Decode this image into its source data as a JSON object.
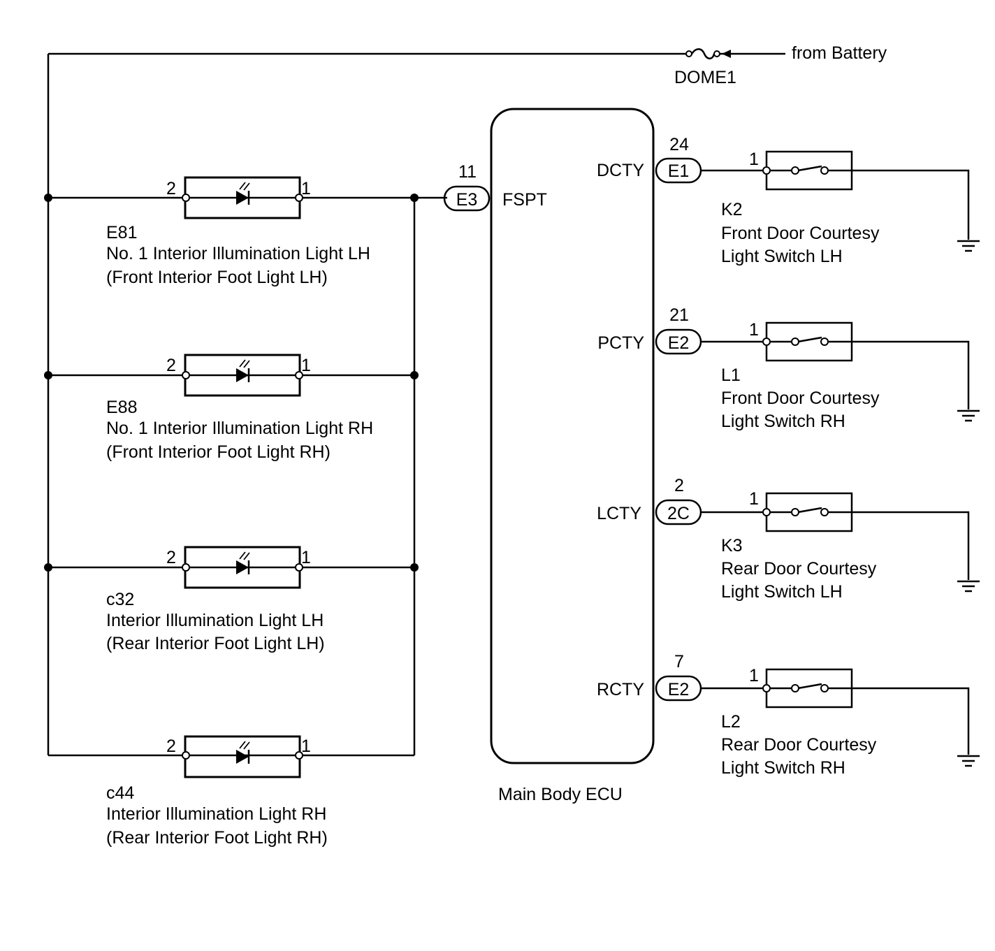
{
  "power": {
    "source_label": "from Battery",
    "fuse_label": "DOME1"
  },
  "lights": [
    {
      "code": "E81",
      "name": "No. 1 Interior Illumination Light LH",
      "alias": "(Front Interior Foot Light LH)",
      "pin_left": "2",
      "pin_right": "1"
    },
    {
      "code": "E88",
      "name": "No. 1 Interior Illumination Light RH",
      "alias": "(Front Interior Foot Light RH)",
      "pin_left": "2",
      "pin_right": "1"
    },
    {
      "code": "c32",
      "name": "Interior Illumination Light LH",
      "alias": "(Rear Interior Foot Light LH)",
      "pin_left": "2",
      "pin_right": "1"
    },
    {
      "code": "c44",
      "name": "Interior Illumination Light RH",
      "alias": "(Rear Interior Foot Light RH)",
      "pin_left": "2",
      "pin_right": "1"
    }
  ],
  "ecu": {
    "name": "Main Body ECU",
    "input": {
      "terminal": "FSPT",
      "connector": "E3",
      "pin": "11"
    },
    "outputs": [
      {
        "terminal": "DCTY",
        "connector": "E1",
        "pin": "24"
      },
      {
        "terminal": "PCTY",
        "connector": "E2",
        "pin": "21"
      },
      {
        "terminal": "LCTY",
        "connector": "2C",
        "pin": "2"
      },
      {
        "terminal": "RCTY",
        "connector": "E2",
        "pin": "7"
      }
    ]
  },
  "switches": [
    {
      "code": "K2",
      "line1": "Front Door Courtesy",
      "line2": "Light Switch LH",
      "pin": "1"
    },
    {
      "code": "L1",
      "line1": "Front Door Courtesy",
      "line2": "Light Switch RH",
      "pin": "1"
    },
    {
      "code": "K3",
      "line1": "Rear Door Courtesy",
      "line2": "Light Switch LH",
      "pin": "1"
    },
    {
      "code": "L2",
      "line1": "Rear Door Courtesy",
      "line2": "Light Switch RH",
      "pin": "1"
    }
  ]
}
